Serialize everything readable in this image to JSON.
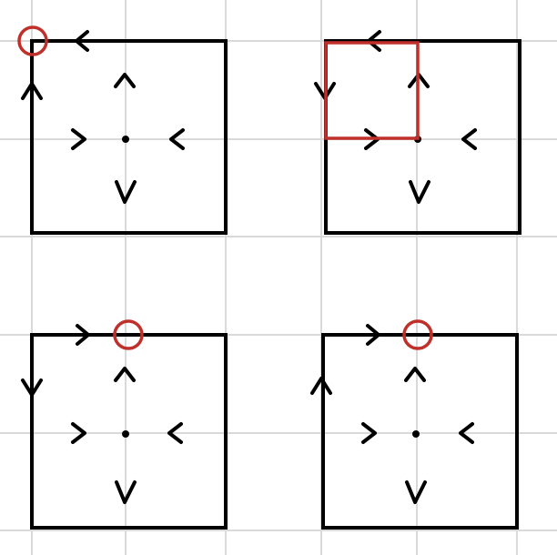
{
  "colors": {
    "background": "#ffffff",
    "grid": "#d9d9d9",
    "ink": "#000000",
    "highlight": "#c0302a"
  },
  "panels": [
    {
      "id": "top-left",
      "edge_arrows": [
        "left-icon",
        "up-icon"
      ],
      "center_arrows": [
        "up-icon",
        "right-icon",
        "left-icon",
        "down-icon"
      ],
      "highlight": "circle-at-top-left-corner"
    },
    {
      "id": "top-right",
      "edge_arrows": [
        "left-icon",
        "down-icon"
      ],
      "center_arrows": [
        "up-icon",
        "right-icon",
        "left-icon",
        "down-icon"
      ],
      "highlight": "square-over-upper-left-quadrant"
    },
    {
      "id": "bottom-left",
      "edge_arrows": [
        "right-icon",
        "down-icon"
      ],
      "center_arrows": [
        "up-icon",
        "right-icon",
        "left-icon",
        "down-icon"
      ],
      "highlight": "circle-at-top-edge-midpoint"
    },
    {
      "id": "bottom-right",
      "edge_arrows": [
        "right-icon",
        "up-icon"
      ],
      "center_arrows": [
        "up-icon",
        "right-icon",
        "left-icon",
        "down-icon"
      ],
      "highlight": "circle-at-top-edge-midpoint"
    }
  ]
}
